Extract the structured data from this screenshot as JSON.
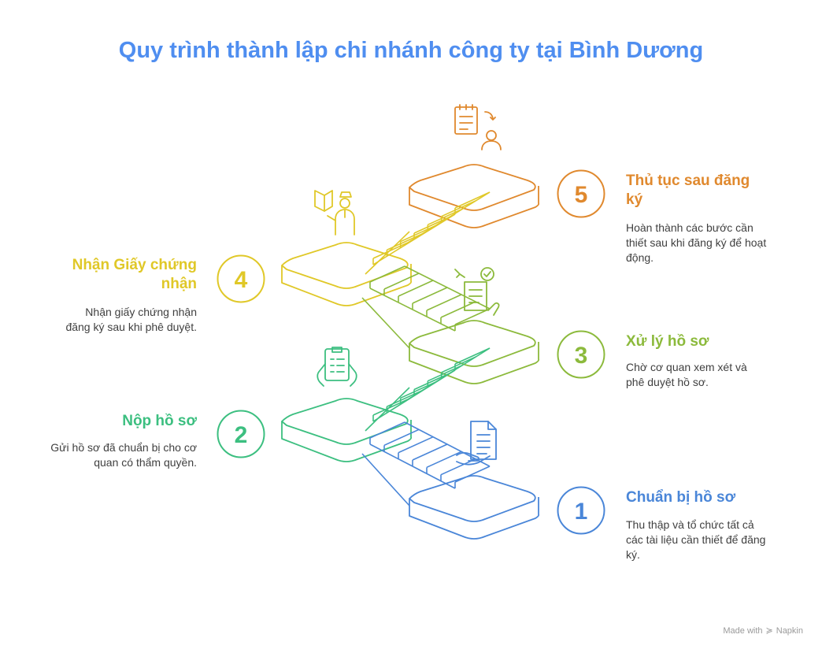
{
  "title": "Quy trình thành lập chi nhánh công ty tại Bình Dương",
  "colors": {
    "step1": "#4a86d8",
    "step2": "#3cbf80",
    "step3": "#8cba3c",
    "step4": "#e0c828",
    "step5": "#e0892e",
    "title": "#4f8ef0"
  },
  "steps": [
    {
      "number": "1",
      "title": "Chuẩn bị hồ sơ",
      "description": "Thu thập và tổ chức tất cả các tài liệu cần thiết để đăng ký.",
      "icon": "document-hand-icon"
    },
    {
      "number": "2",
      "title": "Nộp hồ sơ",
      "description": "Gửi hồ sơ đã chuẩn bị cho cơ quan có thẩm quyền.",
      "icon": "clipboard-hands-icon"
    },
    {
      "number": "3",
      "title": "Xử lý hồ sơ",
      "description": "Chờ cơ quan xem xét và phê duyệt hồ sơ.",
      "icon": "checklist-review-icon"
    },
    {
      "number": "4",
      "title": "Nhận Giấy chứng nhận",
      "description": "Nhận giấy chứng nhận đăng ký sau khi phê duyệt.",
      "icon": "certificate-person-icon"
    },
    {
      "number": "5",
      "title": "Thủ tục sau đăng ký",
      "description": "Hoàn thành các bước cần thiết sau khi đăng ký để hoạt động.",
      "icon": "notes-person-icon"
    }
  ],
  "credit": {
    "prefix": "Made with",
    "brand": "Napkin"
  }
}
